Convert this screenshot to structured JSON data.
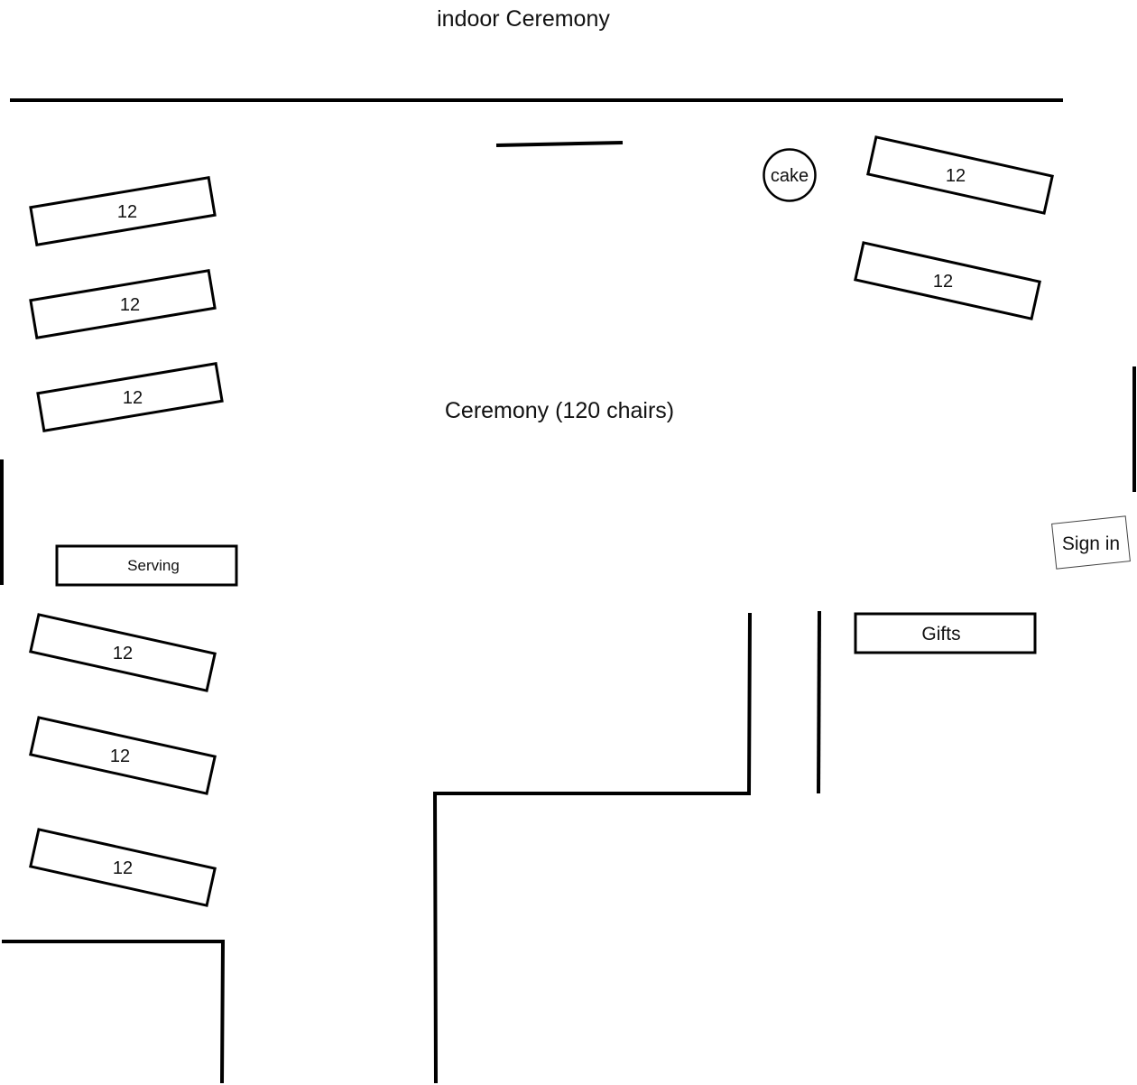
{
  "title": "indoor Ceremony",
  "center_label": "Ceremony (120 chairs)",
  "cake_label": "cake",
  "serving_label": "Serving",
  "gifts_label": "Gifts",
  "signin_label": "Sign in",
  "table_seats": "12",
  "colors": {
    "line": "#000000",
    "background": "#ffffff"
  }
}
